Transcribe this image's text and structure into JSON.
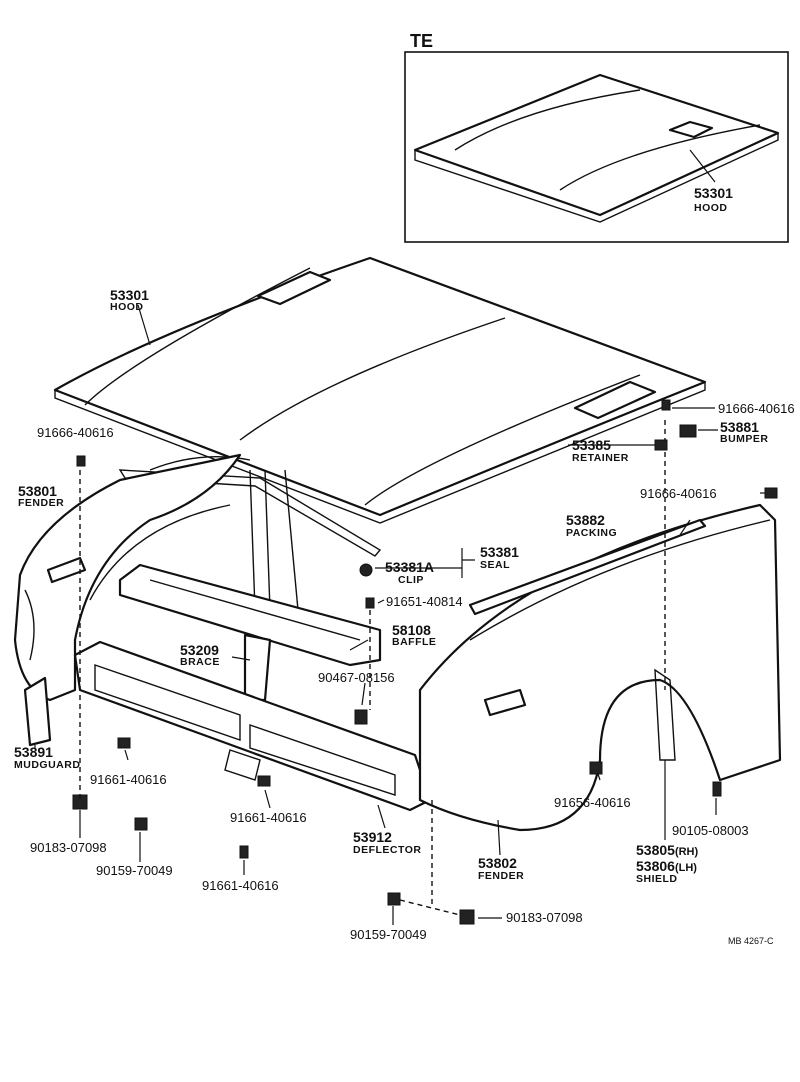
{
  "inset": {
    "title": "TE",
    "part_no": "53301",
    "part_name": "HOOD"
  },
  "labels": {
    "hood_no": "53301",
    "hood_name": "HOOD",
    "bolt_hood_r": "91666-40616",
    "bumper_no": "53881",
    "bumper_name": "BUMPER",
    "retainer_no": "53385",
    "retainer_name": "RETAINER",
    "bolt_fender_r_top": "91666-40616",
    "bolt_fender_l_top": "91666-40616",
    "fender_l_no": "53801",
    "fender_l_name": "FENDER",
    "packing_no": "53882",
    "packing_name": "PACKING",
    "clip_no": "53381A",
    "clip_name": "CLIP",
    "seal_no": "53381",
    "seal_name": "SEAL",
    "bolt_baffle": "91651-40814",
    "baffle_no": "58108",
    "baffle_name": "BAFFLE",
    "brace_no": "53209",
    "brace_name": "BRACE",
    "screw_center": "90467-08156",
    "mudguard_no": "53891",
    "mudguard_name": "MUDGUARD",
    "bolt_deflector_l": "91661-40616",
    "bolt_deflector_m": "91661-40616",
    "bolt_deflector_b": "91661-40616",
    "deflector_no": "53912",
    "deflector_name": "DEFLECTOR",
    "nut_l": "90183-07098",
    "screw_l": "90159-70049",
    "fender_r_no": "53802",
    "fender_r_name": "FENDER",
    "bolt_shield": "91656-40616",
    "bolt_fender_r_bottom": "90105-08003",
    "shield_rh_no": "53805",
    "shield_rh_side": "(RH)",
    "shield_lh_no": "53806",
    "shield_lh_side": "(LH)",
    "shield_name": "SHIELD",
    "screw_r": "90159-70049",
    "nut_r": "90183-07098",
    "drawing_code": "MB 4267-C"
  }
}
